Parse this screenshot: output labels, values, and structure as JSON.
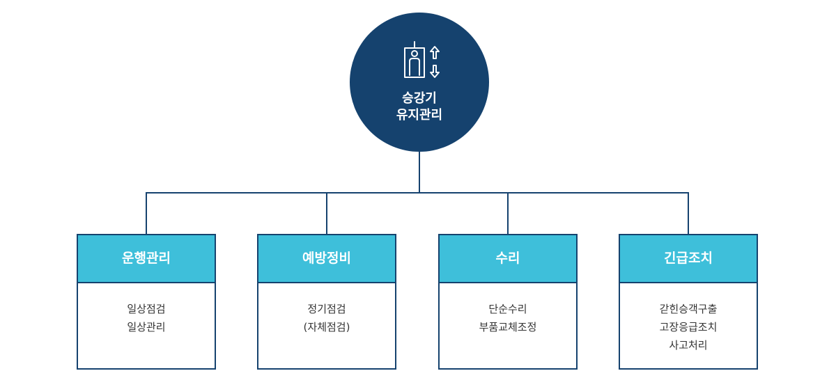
{
  "colors": {
    "navy": "#15426e",
    "cyan": "#3ebfda",
    "text": "#333333"
  },
  "root": {
    "icon": "elevator-icon",
    "title_line1": "승강기",
    "title_line2": "유지관리"
  },
  "branches": [
    {
      "title": "운행관리",
      "items": [
        "일상점검",
        "일상관리"
      ]
    },
    {
      "title": "예방정비",
      "items": [
        "정기점검",
        "(자체점검)"
      ]
    },
    {
      "title": "수리",
      "items": [
        "단순수리",
        "부품교체조정"
      ]
    },
    {
      "title": "긴급조치",
      "items": [
        "갇힌승객구출",
        "고장응급조치",
        "사고처리"
      ]
    }
  ]
}
